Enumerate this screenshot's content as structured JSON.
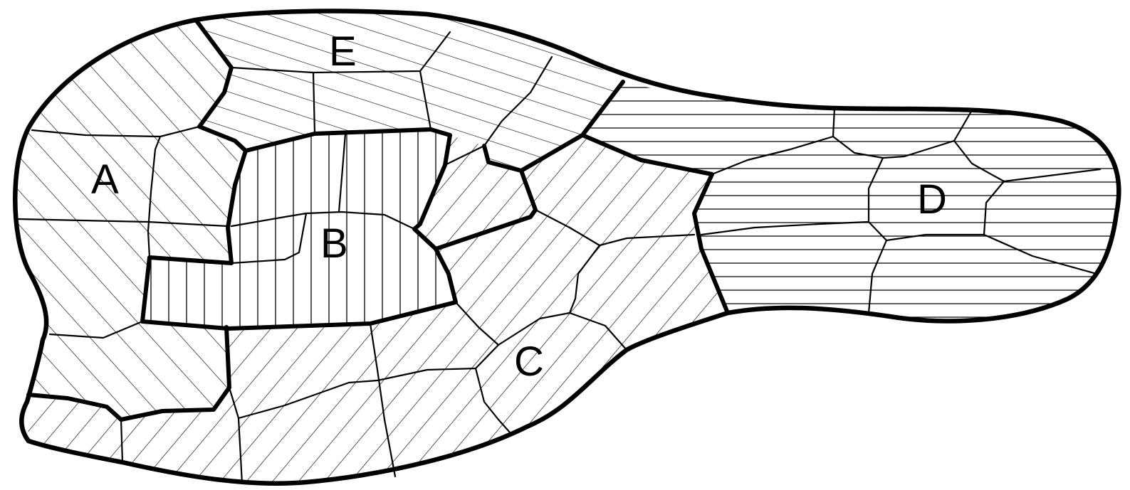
{
  "diagram": {
    "regions": [
      {
        "id": "A",
        "label": "A",
        "hatch": "diagonal-up"
      },
      {
        "id": "B",
        "label": "B",
        "hatch": "vertical"
      },
      {
        "id": "C",
        "label": "C",
        "hatch": "diagonal-down"
      },
      {
        "id": "D",
        "label": "D",
        "hatch": "horizontal"
      },
      {
        "id": "E",
        "label": "E",
        "hatch": "diagonal-up-shallow"
      }
    ],
    "colors": {
      "line": "#000000",
      "background": "#ffffff"
    }
  }
}
